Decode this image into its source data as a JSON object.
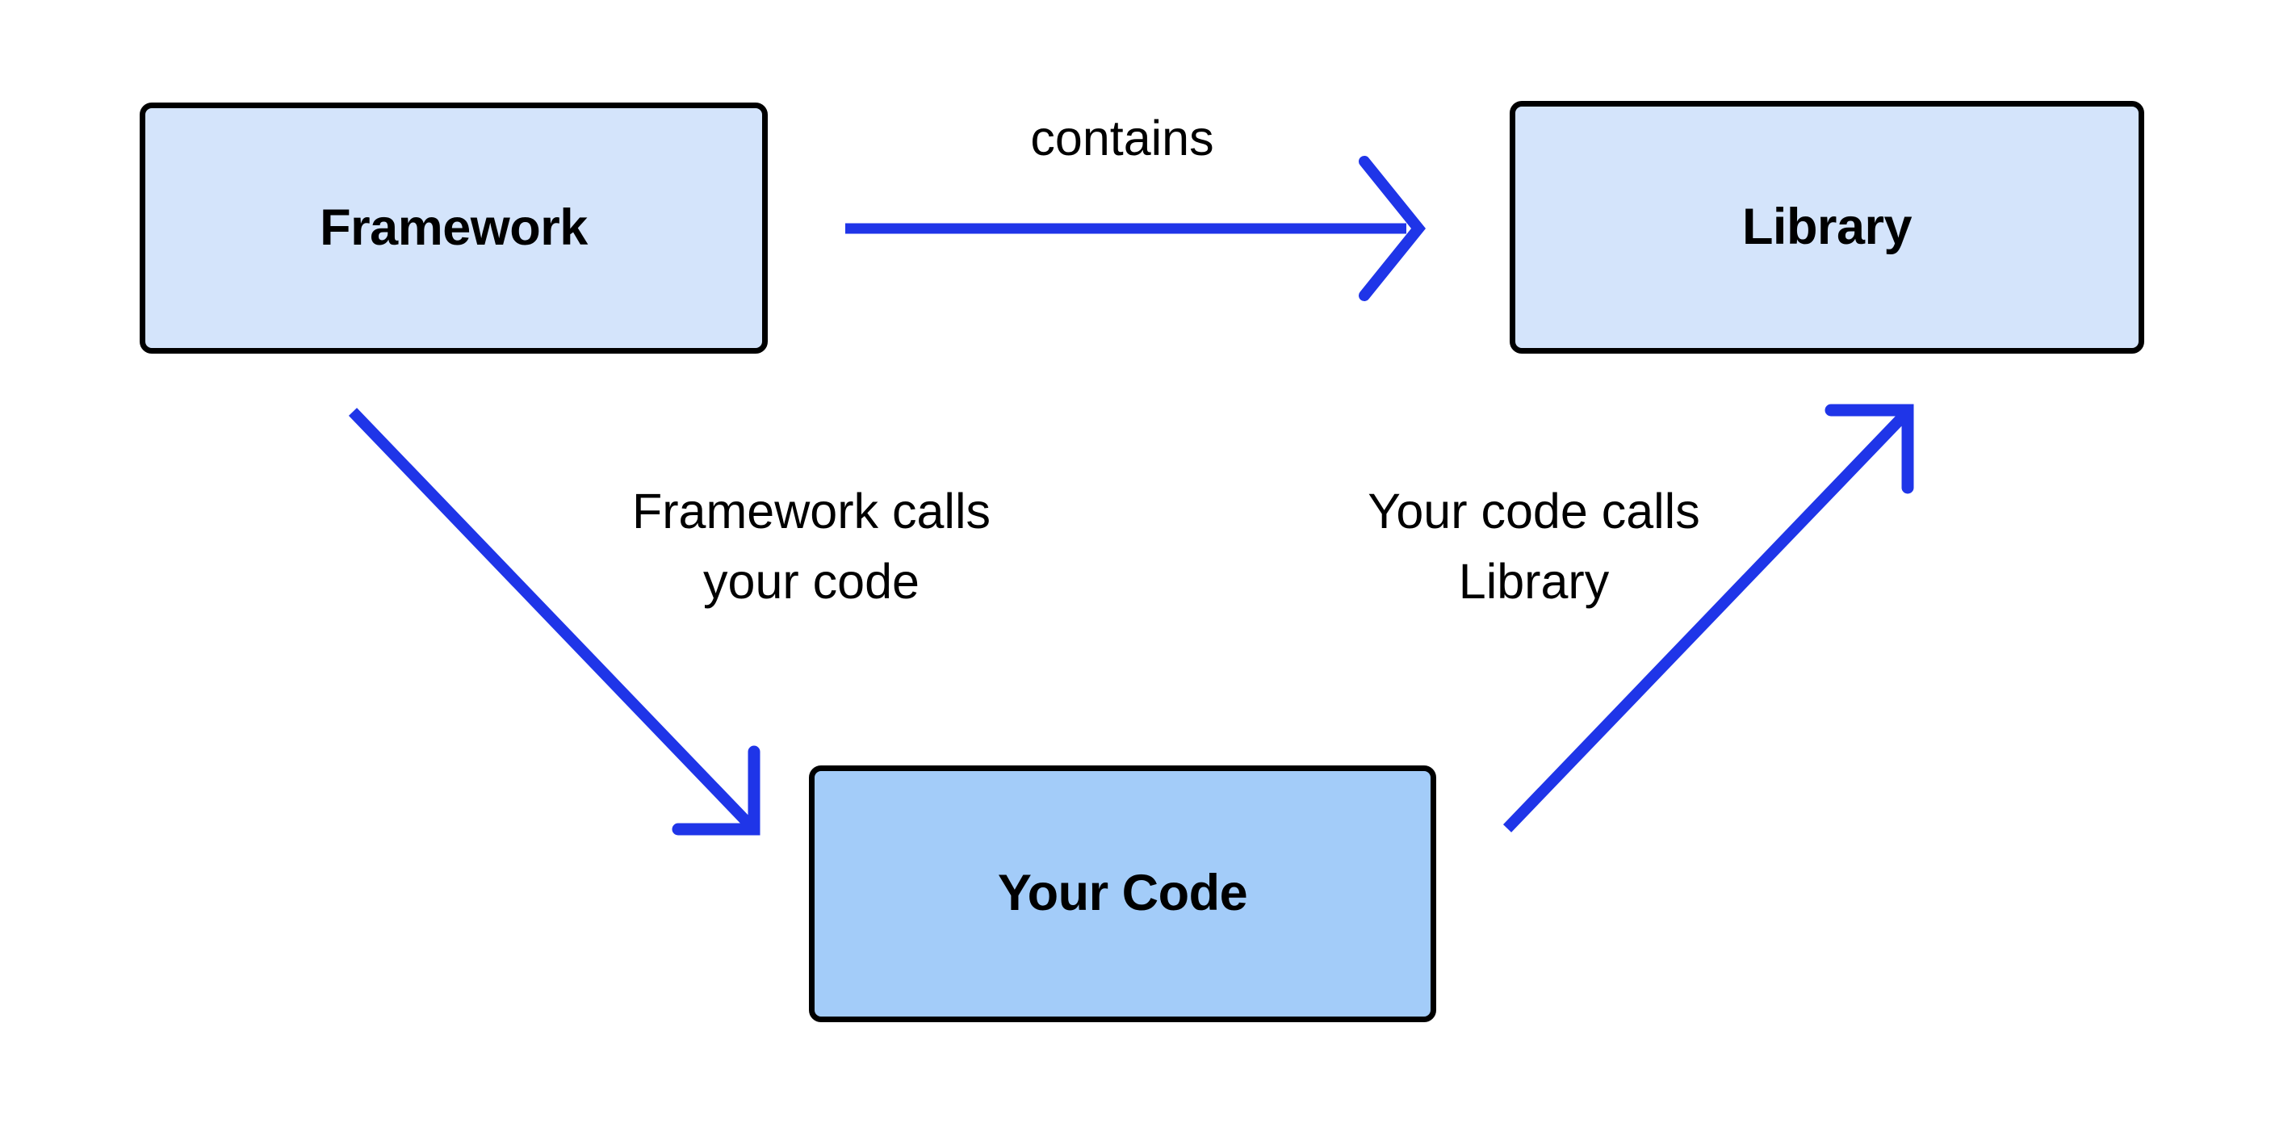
{
  "diagram": {
    "title": "Framework vs Library relationship (inversion of control)",
    "background_color": "#FFFFFF",
    "nodes": [
      {
        "id": "framework",
        "label": "Framework",
        "fill_color": "#D4E4FB",
        "border_color": "#000000"
      },
      {
        "id": "library",
        "label": "Library",
        "fill_color": "#D4E4FB",
        "border_color": "#000000"
      },
      {
        "id": "your_code",
        "label": "Your Code",
        "fill_color": "#A3CCF9",
        "border_color": "#000000"
      }
    ],
    "edges": [
      {
        "id": "framework-contains-library",
        "label": "contains",
        "from": "framework",
        "to": "library",
        "color": "#1F35E8",
        "direction": "right"
      },
      {
        "id": "framework-calls-your-code",
        "label": "Framework calls\nyour code",
        "from": "framework",
        "to": "your_code",
        "color": "#1F35E8",
        "direction": "down-right"
      },
      {
        "id": "your-code-calls-library",
        "label": "Your code calls\nLibrary",
        "from": "your_code",
        "to": "library",
        "color": "#1F35E8",
        "direction": "up-right"
      }
    ]
  }
}
